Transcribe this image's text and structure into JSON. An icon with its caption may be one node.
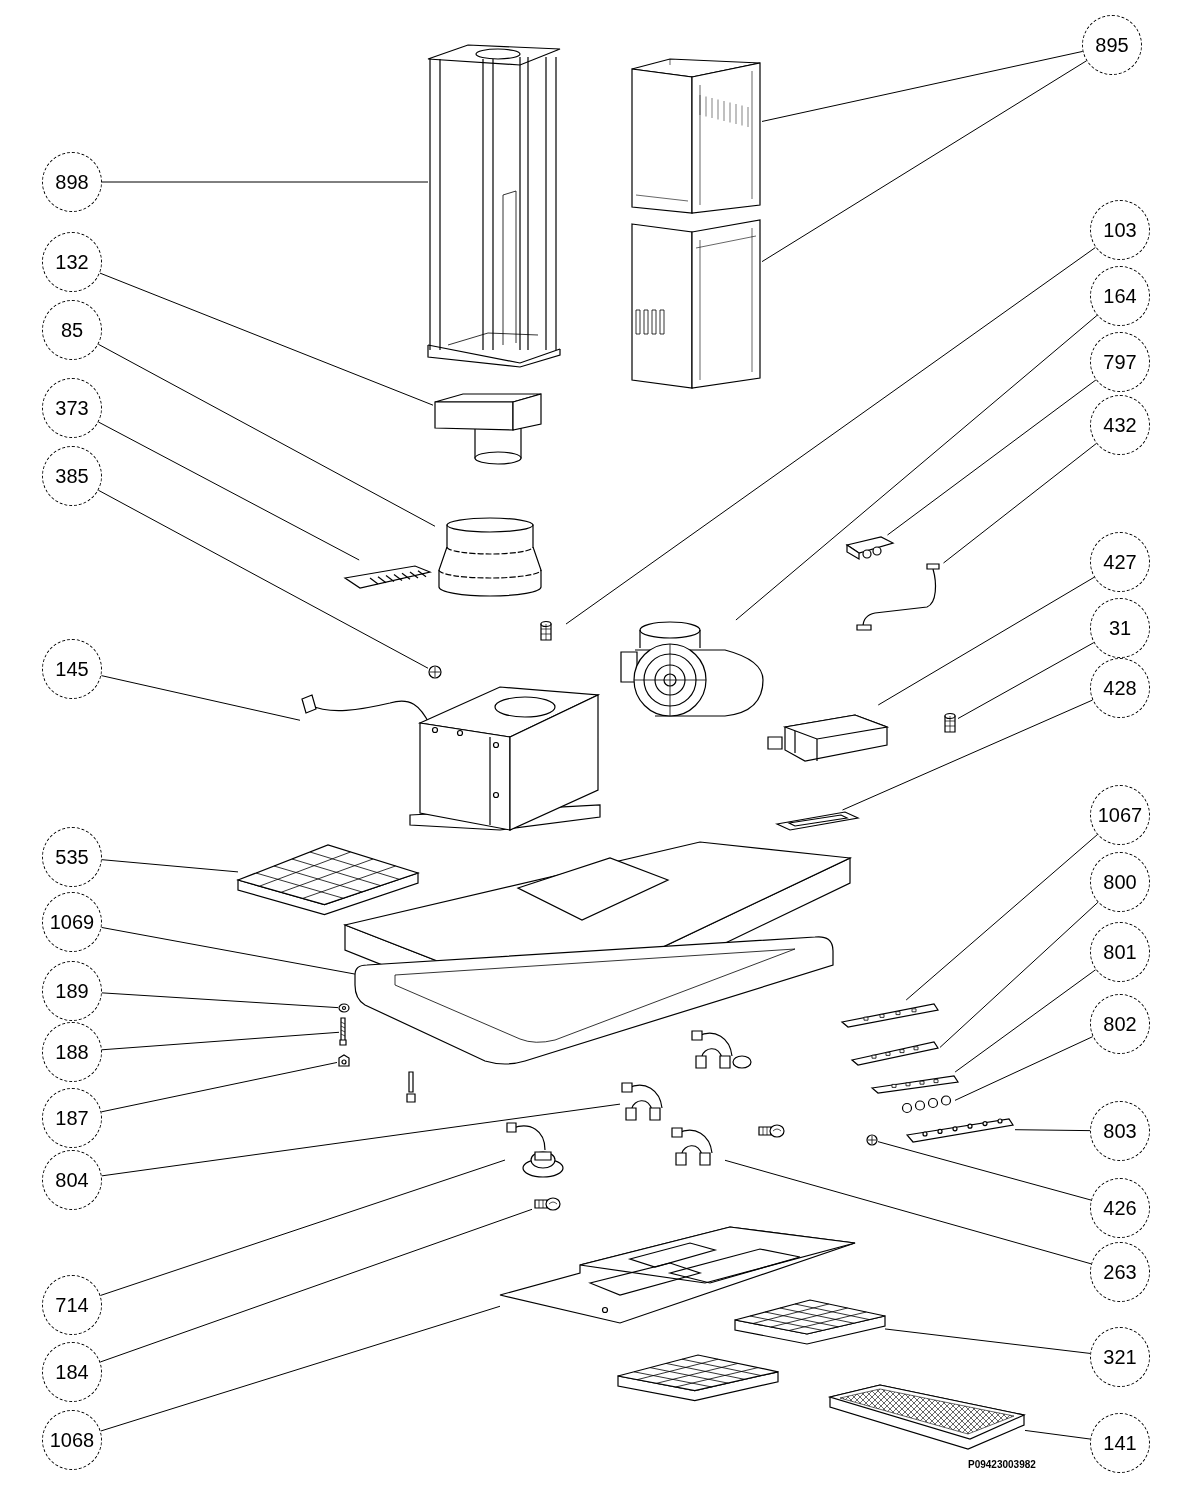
{
  "diagram": {
    "nodes": [
      {
        "text": [
          "898"
        ]
      },
      {
        "text": [
          "132"
        ]
      },
      {
        "text": [
          "85"
        ]
      },
      {
        "text": [
          "373"
        ]
      },
      {
        "text": [
          "385"
        ]
      },
      {
        "text": [
          "145"
        ]
      },
      {
        "text": [
          "535"
        ]
      },
      {
        "text": [
          "1069"
        ]
      },
      {
        "text": [
          "189"
        ]
      },
      {
        "text": [
          "188"
        ]
      },
      {
        "text": [
          "187"
        ]
      },
      {
        "text": [
          "804"
        ]
      },
      {
        "text": [
          "714"
        ]
      },
      {
        "text": [
          "184"
        ]
      },
      {
        "text": [
          "1068"
        ]
      },
      {
        "text": [
          "895"
        ]
      },
      {
        "text": [
          "103"
        ]
      },
      {
        "text": [
          "164"
        ]
      },
      {
        "text": [
          "797"
        ]
      },
      {
        "text": [
          "432"
        ]
      },
      {
        "text": [
          "427"
        ]
      },
      {
        "text": [
          "31"
        ]
      },
      {
        "text": [
          "428"
        ]
      },
      {
        "text": [
          "1067"
        ]
      },
      {
        "text": [
          "800"
        ]
      },
      {
        "text": [
          "801"
        ]
      },
      {
        "text": [
          "802"
        ]
      },
      {
        "text": [
          "803"
        ]
      },
      {
        "text": [
          "426"
        ]
      },
      {
        "text": [
          "263"
        ]
      },
      {
        "text": [
          "321"
        ]
      },
      {
        "text": [
          "141"
        ]
      },
      {
        "text": [],
        "shape": "picture"
      },
      {
        "text": [],
        "shape": "picture"
      },
      {
        "text": [],
        "shape": "picture"
      },
      {
        "text": [],
        "shape": "picture"
      },
      {
        "text": [],
        "shape": "picture"
      },
      {
        "text": [],
        "shape": "picture"
      },
      {
        "text": [],
        "shape": "picture"
      },
      {
        "text": [],
        "shape": "picture"
      },
      {
        "text": [],
        "shape": "picture"
      },
      {
        "text": [],
        "shape": "picture"
      },
      {
        "text": [],
        "shape": "picture"
      },
      {
        "text": [],
        "shape": "picture"
      },
      {
        "text": [],
        "shape": "picture"
      },
      {
        "text": [],
        "shape": "picture"
      },
      {
        "text": [],
        "shape": "picture"
      },
      {
        "text": [],
        "shape": "bulb"
      },
      {
        "text": [],
        "shape": "picture"
      },
      {
        "text": [],
        "shape": "cylinder"
      },
      {
        "text": [],
        "shape": "picture"
      },
      {
        "text": [],
        "shape": "picture"
      },
      {
        "text": [],
        "shape": "picture"
      },
      {
        "text": [],
        "shape": "picture"
      },
      {
        "text": [],
        "shape": "cylinder"
      },
      {
        "text": [],
        "shape": "picture"
      },
      {
        "text": [],
        "shape": "picture"
      },
      {
        "text": [],
        "shape": "picture"
      },
      {
        "text": [],
        "shape": "picture"
      },
      {
        "text": [],
        "shape": "picture"
      },
      {
        "text": [],
        "shape": "picture"
      },
      {
        "text": [],
        "shape": "picture"
      },
      {
        "text": [],
        "shape": "picture"
      },
      {
        "text": [],
        "shape": "picture"
      },
      {
        "text": [],
        "shape": "picture"
      }
    ],
    "edges": [
      {
        "from": 0,
        "to": 32,
        "arrow": "none"
      },
      {
        "from": 1,
        "to": 35,
        "arrow": "none"
      },
      {
        "from": 2,
        "to": 36,
        "arrow": "none"
      },
      {
        "from": 3,
        "to": 37,
        "arrow": "none"
      },
      {
        "from": 4,
        "to": 38,
        "arrow": "none"
      },
      {
        "from": 5,
        "to": 39,
        "arrow": "none"
      },
      {
        "from": 6,
        "to": 40,
        "arrow": "none"
      },
      {
        "from": 7,
        "to": 41,
        "arrow": "none"
      },
      {
        "from": 8,
        "to": 42,
        "arrow": "none"
      },
      {
        "from": 9,
        "to": 43,
        "arrow": "none"
      },
      {
        "from": 10,
        "to": 44,
        "arrow": "none"
      },
      {
        "from": 11,
        "to": 45,
        "arrow": "none"
      },
      {
        "from": 12,
        "to": 46,
        "arrow": "none"
      },
      {
        "from": 13,
        "to": 47,
        "arrow": "none"
      },
      {
        "from": 14,
        "to": 48,
        "arrow": "none"
      },
      {
        "from": 15,
        "to": 33,
        "arrow": "none"
      },
      {
        "from": 15,
        "to": 34,
        "arrow": "none"
      },
      {
        "from": 16,
        "to": 49,
        "arrow": "none"
      },
      {
        "from": 17,
        "to": 50,
        "arrow": "none"
      },
      {
        "from": 18,
        "to": 51,
        "arrow": "none"
      },
      {
        "from": 19,
        "to": 52,
        "arrow": "none"
      },
      {
        "from": 20,
        "to": 53,
        "arrow": "none"
      },
      {
        "from": 21,
        "to": 54,
        "arrow": "none"
      },
      {
        "from": 22,
        "to": 55,
        "arrow": "none"
      },
      {
        "from": 23,
        "to": 56,
        "arrow": "none"
      },
      {
        "from": 24,
        "to": 57,
        "arrow": "none"
      },
      {
        "from": 25,
        "to": 58,
        "arrow": "none"
      },
      {
        "from": 26,
        "to": 59,
        "arrow": "none"
      },
      {
        "from": 27,
        "to": 60,
        "arrow": "none"
      },
      {
        "from": 28,
        "to": 61,
        "arrow": "none"
      },
      {
        "from": 29,
        "to": 62,
        "arrow": "none"
      },
      {
        "from": 30,
        "to": 63,
        "arrow": "none"
      },
      {
        "from": 31,
        "to": 64,
        "arrow": "none"
      }
    ],
    "labels": [
      "P09423003982"
    ]
  }
}
